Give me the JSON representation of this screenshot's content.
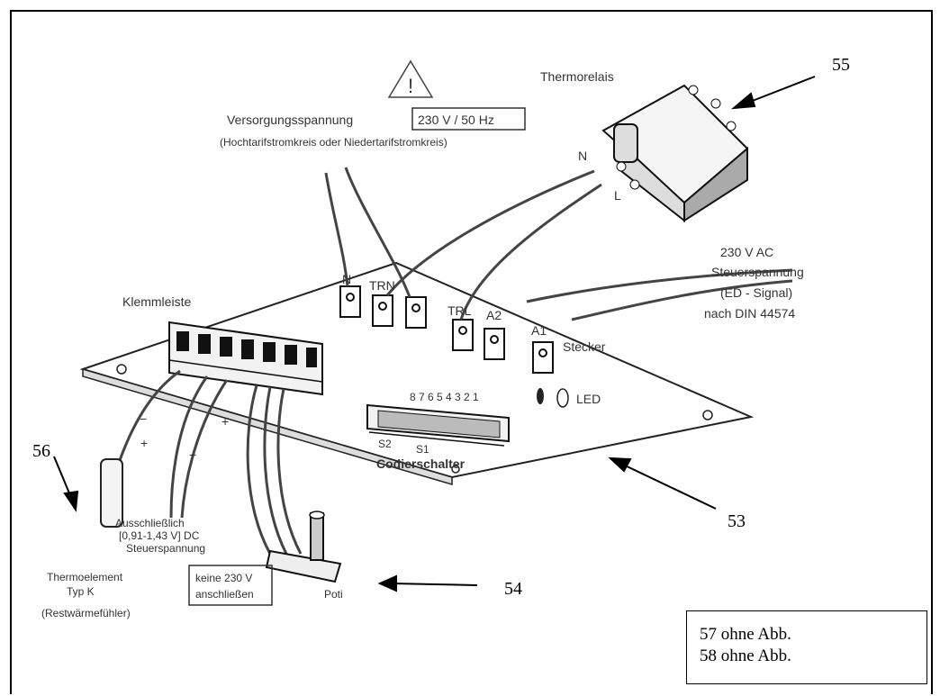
{
  "labels": {
    "thermorelais": "Thermorelais",
    "versorgung": "Versorgungsspannung",
    "versorgung_value": "230 V / 50 Hz",
    "tarif": "(Hochtarifstromkreis oder Niedertarifstromkreis)",
    "n_top": "N",
    "l_top": "L",
    "klemmleiste": "Klemmleiste",
    "term_n": "N",
    "term_trn": "TRN",
    "term_trl": "TRL",
    "term_a2": "A2",
    "term_a1": "A1",
    "stecker": "Stecker",
    "ac_line1": "230 V AC",
    "ac_line2": "Steuerspannung",
    "ac_line3": "(ED - Signal)",
    "ac_line4": "nach DIN 44574",
    "led": "LED",
    "dip_numbers": "8 7 6 5 4 3 2 1",
    "s2": "S2",
    "s1": "S1",
    "codierschalter": "Codierschalter",
    "aus_line1": "Ausschließlich",
    "aus_line2": "[0,91-1,43 V] DC",
    "aus_line3": "Steuerspannung",
    "thermo_line1": "Thermoelement",
    "thermo_line2": "Typ K",
    "thermo_line3": "(Restwärmefühler)",
    "keine_line1": "keine 230 V",
    "keine_line2": "anschließen",
    "poti": "Poti",
    "plus": "+",
    "minus": "−",
    "warning": "!"
  },
  "callouts": {
    "c55": "55",
    "c56": "56",
    "c53": "53",
    "c54": "54"
  },
  "legend": {
    "line1": "57  ohne Abb.",
    "line2": "58 ohne Abb."
  }
}
